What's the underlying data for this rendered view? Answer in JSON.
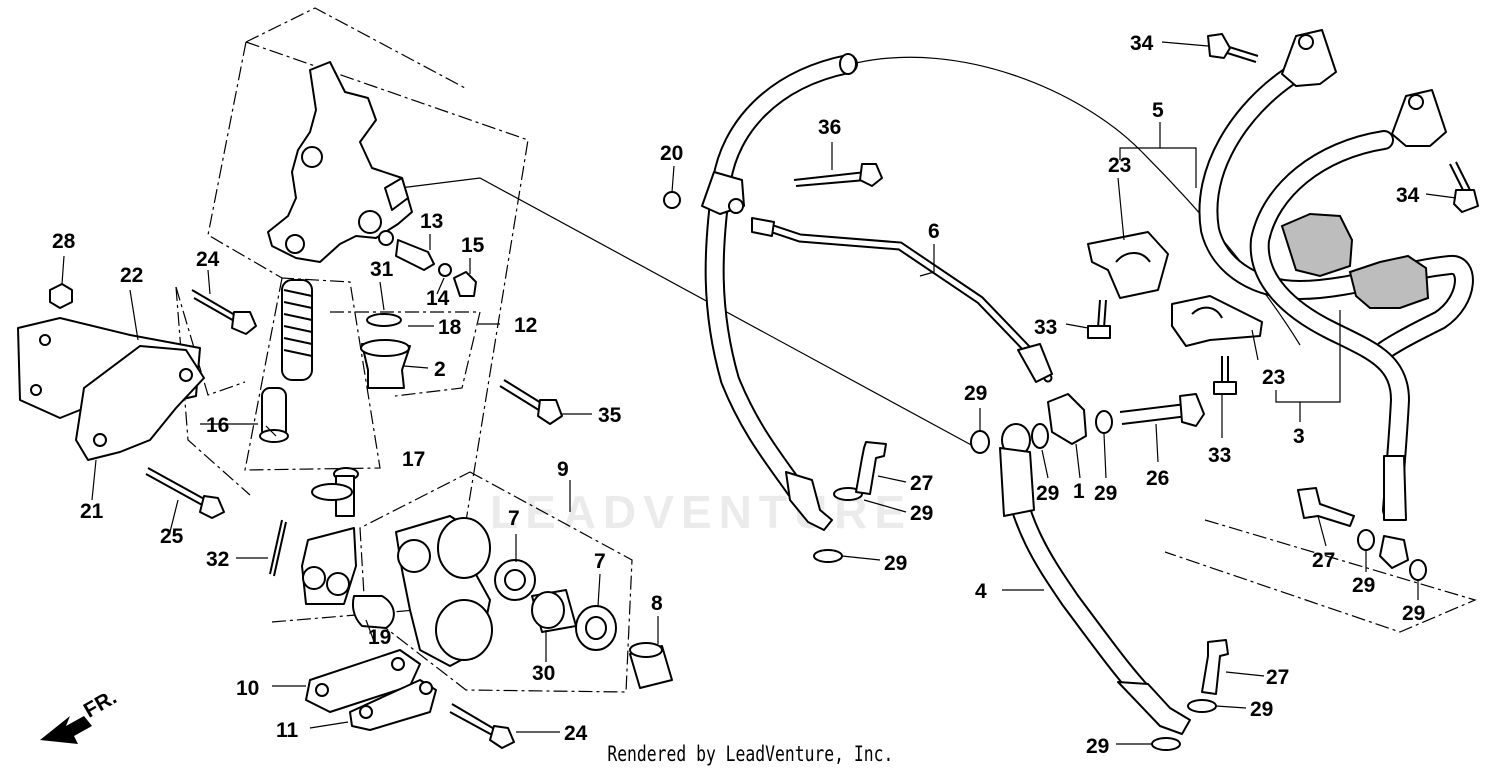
{
  "diagram": {
    "callouts": [
      {
        "id": "c1",
        "label": "1"
      },
      {
        "id": "c2",
        "label": "2"
      },
      {
        "id": "c3",
        "label": "3"
      },
      {
        "id": "c4",
        "label": "4"
      },
      {
        "id": "c5",
        "label": "5"
      },
      {
        "id": "c6",
        "label": "6"
      },
      {
        "id": "c7a",
        "label": "7"
      },
      {
        "id": "c7b",
        "label": "7"
      },
      {
        "id": "c8",
        "label": "8"
      },
      {
        "id": "c9",
        "label": "9"
      },
      {
        "id": "c10",
        "label": "10"
      },
      {
        "id": "c11",
        "label": "11"
      },
      {
        "id": "c12",
        "label": "12"
      },
      {
        "id": "c13",
        "label": "13"
      },
      {
        "id": "c14",
        "label": "14"
      },
      {
        "id": "c15",
        "label": "15"
      },
      {
        "id": "c16",
        "label": "16"
      },
      {
        "id": "c17",
        "label": "17"
      },
      {
        "id": "c18",
        "label": "18"
      },
      {
        "id": "c19",
        "label": "19"
      },
      {
        "id": "c20",
        "label": "20"
      },
      {
        "id": "c21",
        "label": "21"
      },
      {
        "id": "c22",
        "label": "22"
      },
      {
        "id": "c23a",
        "label": "23"
      },
      {
        "id": "c23b",
        "label": "23"
      },
      {
        "id": "c24a",
        "label": "24"
      },
      {
        "id": "c24b",
        "label": "24"
      },
      {
        "id": "c25",
        "label": "25"
      },
      {
        "id": "c26",
        "label": "26"
      },
      {
        "id": "c27a",
        "label": "27"
      },
      {
        "id": "c27b",
        "label": "27"
      },
      {
        "id": "c27c",
        "label": "27"
      },
      {
        "id": "c28",
        "label": "28"
      },
      {
        "id": "c29a",
        "label": "29"
      },
      {
        "id": "c29b",
        "label": "29"
      },
      {
        "id": "c29c",
        "label": "29"
      },
      {
        "id": "c29d",
        "label": "29"
      },
      {
        "id": "c29e",
        "label": "29"
      },
      {
        "id": "c29f",
        "label": "29"
      },
      {
        "id": "c29g",
        "label": "29"
      },
      {
        "id": "c29h",
        "label": "29"
      },
      {
        "id": "c29i",
        "label": "29"
      },
      {
        "id": "c29j",
        "label": "29"
      },
      {
        "id": "c30",
        "label": "30"
      },
      {
        "id": "c31",
        "label": "31"
      },
      {
        "id": "c32",
        "label": "32"
      },
      {
        "id": "c33a",
        "label": "33"
      },
      {
        "id": "c33b",
        "label": "33"
      },
      {
        "id": "c34a",
        "label": "34"
      },
      {
        "id": "c34b",
        "label": "34"
      },
      {
        "id": "c35",
        "label": "35"
      },
      {
        "id": "c36",
        "label": "36"
      }
    ],
    "direction_label": "FR.",
    "watermark": "LEADVENTURE"
  },
  "footer": {
    "text": "Rendered by LeadVenture, Inc."
  }
}
